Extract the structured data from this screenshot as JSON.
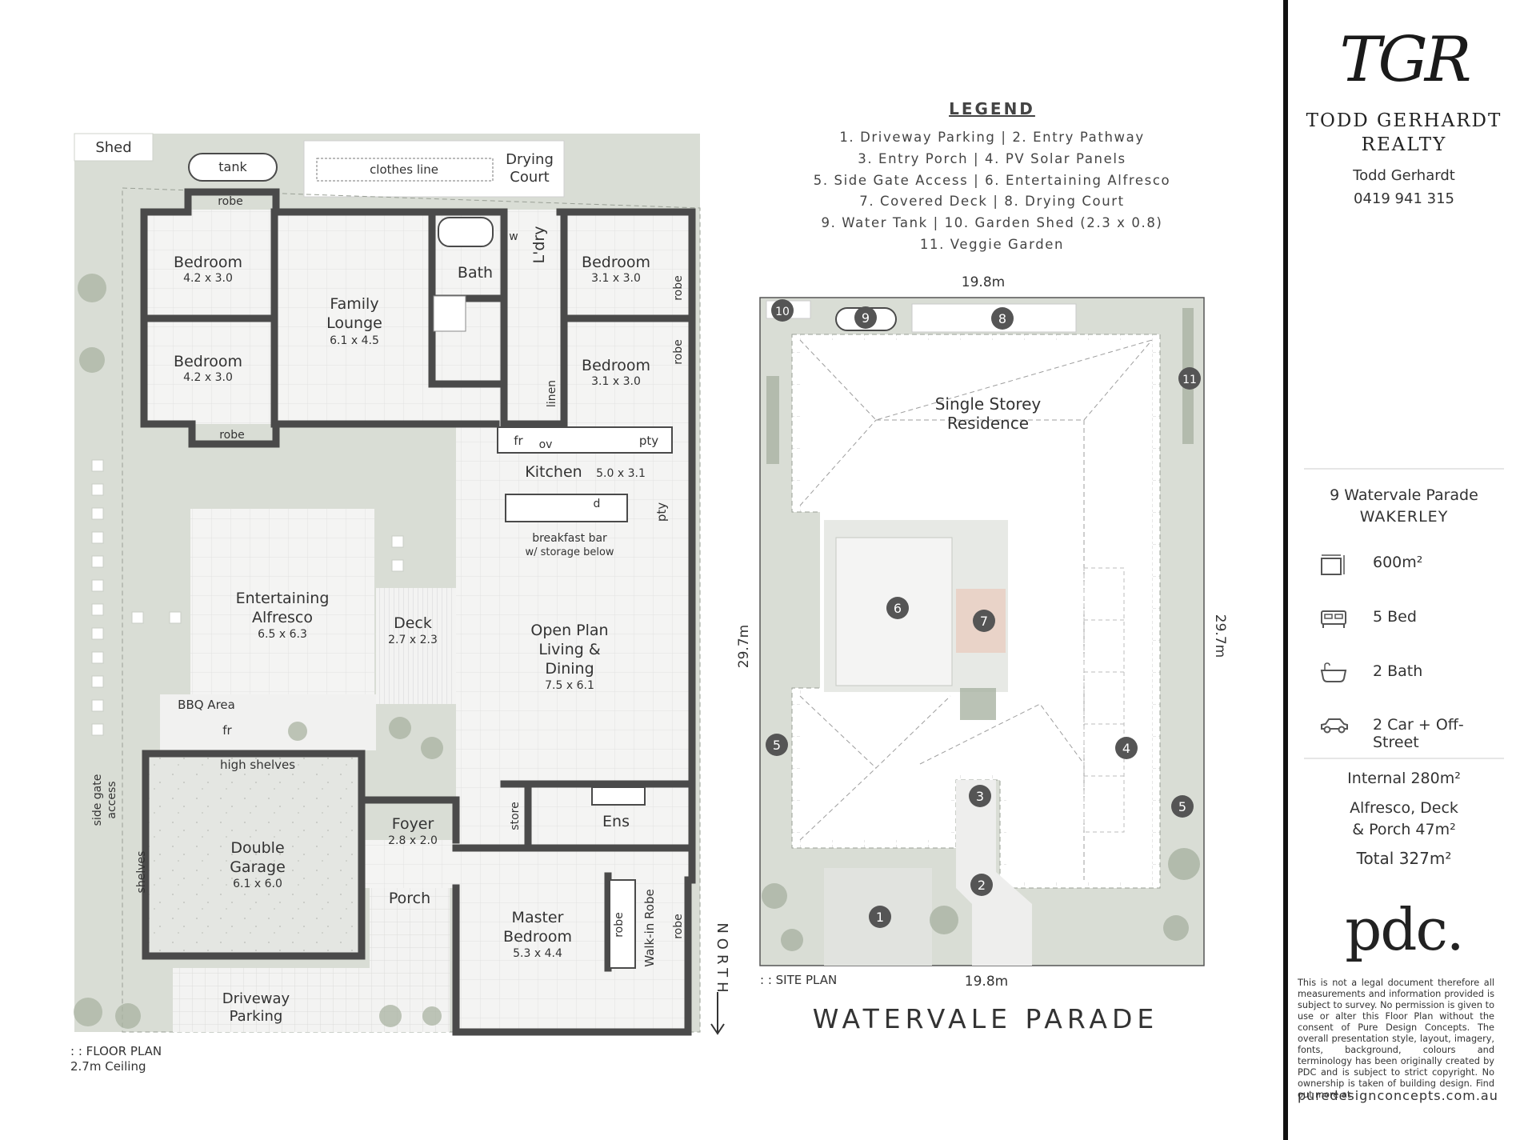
{
  "floor_plan": {
    "caption": ": : FLOOR PLAN",
    "ceiling": "2.7m Ceiling",
    "north": "NORTH",
    "rooms": {
      "shed": "Shed",
      "tank": "tank",
      "clothes_line": "clothes line",
      "drying_court_1": "Drying",
      "drying_court_2": "Court",
      "robe": "robe",
      "bedroom": "Bedroom",
      "bed1_dim": "4.2 x 3.0",
      "bed2_dim": "4.2 x 3.0",
      "bed3_dim": "3.1 x 3.0",
      "bed4_dim": "3.1 x 3.0",
      "family_1": "Family",
      "family_2": "Lounge",
      "family_dim": "6.1 x 4.5",
      "bath": "Bath",
      "ldry": "L'dry",
      "w": "w",
      "linen": "linen",
      "fr": "fr",
      "ov": "ov",
      "pty": "pty",
      "d": "d",
      "kitchen": "Kitchen",
      "kitchen_dim": "5.0 x 3.1",
      "breakfast_bar": "breakfast bar",
      "storage": "w/ storage below",
      "alfresco_1": "Entertaining",
      "alfresco_2": "Alfresco",
      "alfresco_dim": "6.5 x 6.3",
      "deck": "Deck",
      "deck_dim": "2.7 x 2.3",
      "living_1": "Open Plan",
      "living_2": "Living &",
      "living_3": "Dining",
      "living_dim": "7.5 x 6.1",
      "bbq": "BBQ Area",
      "high_shelves": "high shelves",
      "side_gate_1": "side gate",
      "side_gate_2": "access",
      "garage_1": "Double",
      "garage_2": "Garage",
      "garage_dim": "6.1 x 6.0",
      "shelves": "shelves",
      "foyer": "Foyer",
      "foyer_dim": "2.8 x 2.0",
      "store": "store",
      "ens": "Ens",
      "porch": "Porch",
      "master_1": "Master",
      "master_2": "Bedroom",
      "master_dim": "5.3 x 4.4",
      "wir": "Walk-in Robe",
      "driveway_1": "Driveway",
      "driveway_2": "Parking"
    }
  },
  "legend": {
    "title": "LEGEND",
    "lines": [
      "1. Driveway Parking  |  2. Entry Pathway",
      "3. Entry Porch  |  4. PV Solar Panels",
      "5. Side Gate Access  |  6. Entertaining Alfresco",
      "7. Covered Deck  |  8. Drying Court",
      "9. Water Tank  |  10. Garden Shed (2.3 x 0.8)",
      "11. Veggie Garden"
    ]
  },
  "site_plan": {
    "caption": ": : SITE PLAN",
    "width_label": "19.8m",
    "depth_label": "29.7m",
    "residence_1": "Single Storey",
    "residence_2": "Residence",
    "street": "WATERVALE PARADE",
    "markers": [
      "1",
      "2",
      "3",
      "4",
      "5",
      "6",
      "7",
      "8",
      "9",
      "10",
      "11"
    ]
  },
  "agent": {
    "logo": "TGR",
    "company_1": "TODD GERHARDT",
    "company_2": "REALTY",
    "name": "Todd Gerhardt",
    "phone": "0419 941 315"
  },
  "property": {
    "address": "9 Watervale Parade",
    "suburb": "WAKERLEY",
    "specs": [
      {
        "icon": "land-size-icon",
        "text": "600m²"
      },
      {
        "icon": "bed-icon",
        "text": "5 Bed"
      },
      {
        "icon": "bath-icon",
        "text": "2 Bath"
      },
      {
        "icon": "car-icon",
        "text": "2 Car + Off-Street"
      }
    ],
    "internal": "Internal 280m²",
    "outdoor_1": "Alfresco, Deck",
    "outdoor_2": "& Porch 47m²",
    "total": "Total 327m²"
  },
  "designer": {
    "logo": "pdc.",
    "disclaimer": "This is not a legal document therefore all measurements and information provided is subject to survey. No permission is given to use or alter this Floor Plan without the consent of Pure Design Concepts. The overall presentation style, layout, imagery, fonts, background, colours and terminology has been originally created by PDC and is subject to strict copyright. No ownership is taken of building design. Find out more at",
    "url": "puredesignconcepts.com.au"
  },
  "colors": {
    "wall": "#4a4a4a",
    "garden": "#d9ddd5",
    "floor": "#f1f1f0",
    "deck_highlight": "#e9d3c8",
    "text": "#333333"
  }
}
